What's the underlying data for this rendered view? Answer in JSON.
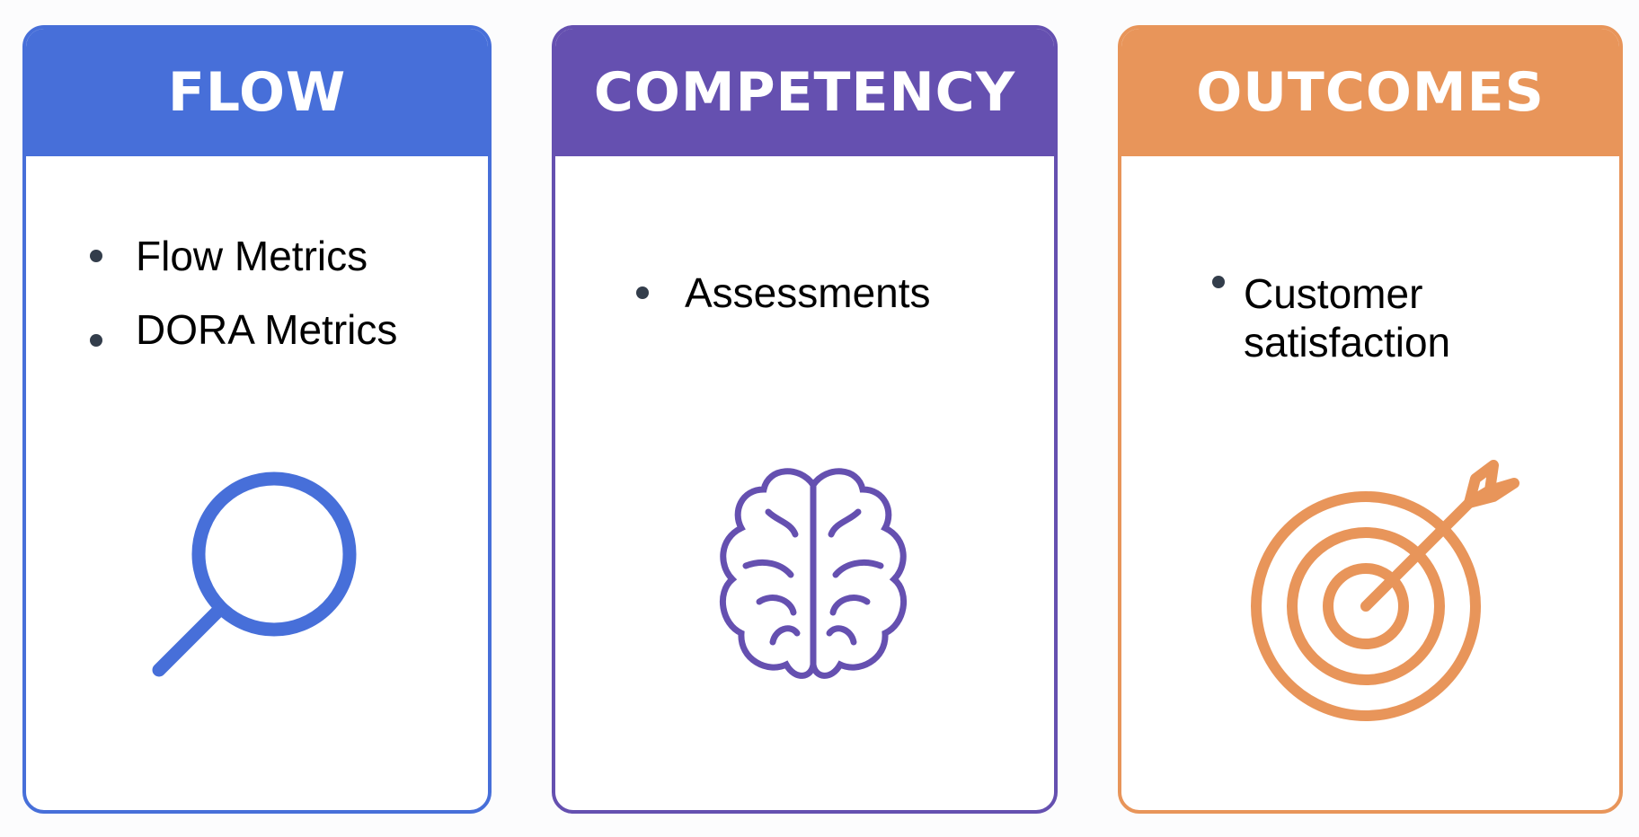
{
  "colors": {
    "flow": "#476fd9",
    "competency": "#6550b0",
    "outcomes": "#e8955a"
  },
  "cards": [
    {
      "title": "FLOW",
      "items": [
        "Flow Metrics",
        "DORA Metrics"
      ],
      "icon": "magnifier-icon"
    },
    {
      "title": "COMPETENCY",
      "items": [
        "Assessments"
      ],
      "icon": "brain-icon"
    },
    {
      "title": "OUTCOMES",
      "items": [
        "Customer satisfaction"
      ],
      "icon": "target-icon"
    }
  ]
}
